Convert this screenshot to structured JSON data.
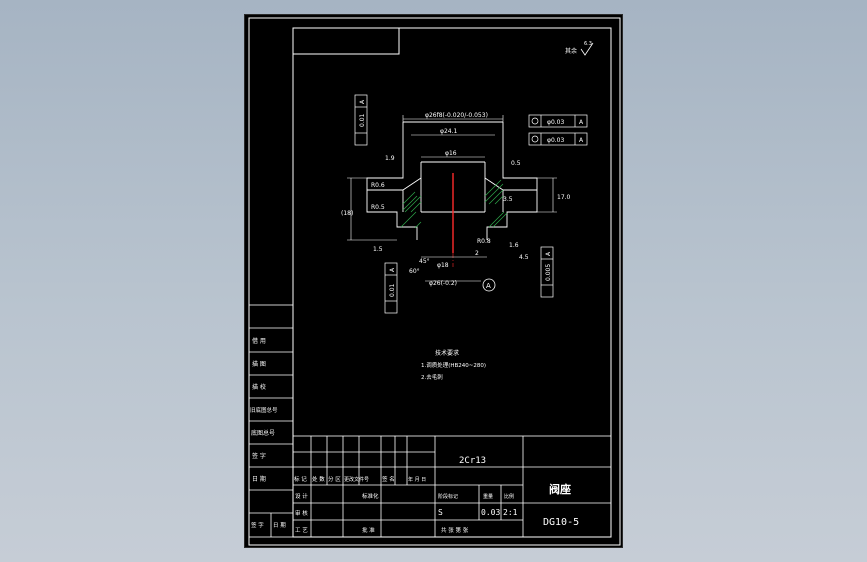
{
  "drawing": {
    "title": "阀座",
    "drawing_number": "DG10-5",
    "material": "2Cr13",
    "roughness_note": "其余",
    "roughness_value": "6.3",
    "tech_requirements": {
      "heading": "技术要求",
      "items": [
        "1.调质处理(HB240~280)",
        "2.去毛刺"
      ]
    },
    "dimensions": {
      "d_outer": "φ26f8(-0.020/-0.053)",
      "d_mid": "φ24.1",
      "d_bore": "φ16",
      "d_bottom": "φ26(-0.2)",
      "d_small": "φ18",
      "h_total": "(18)",
      "h_right": "17.0",
      "r_top": "R0.6",
      "r_left": "R0.5",
      "r_bottom": "R0.8",
      "l_a": "1.5",
      "l_b": "4.5",
      "l_c": "1.9",
      "l_d": "0.5",
      "l_e": "3.5",
      "l_f": "1.6",
      "angle_a": "60°",
      "angle_b": "45°",
      "angle_c": "2",
      "datum": "A"
    },
    "tolerances": {
      "perp_top_left": "0.01",
      "coax_1": "φ0.03",
      "coax_2": "φ0.03",
      "perp_right": "0.005",
      "perp_bottom_left": "0.01",
      "datum": "A"
    },
    "left_strip": [
      "借 用",
      "描 图",
      "描 校",
      "旧底图总号",
      "底图总号",
      "签 字",
      "日 期"
    ],
    "left_strip_extra": [
      "签 字",
      "日 期"
    ],
    "title_block": {
      "rev_headers": [
        "标 记",
        "处 数",
        "分 区",
        "更改文件号",
        "签 名",
        "年 月 日"
      ],
      "role_labels": [
        "设 计",
        "审 核",
        "工 艺"
      ],
      "std_label": "标准化",
      "approve_label": "批 准",
      "stage_header": "阶段标记",
      "weight_header": "重量",
      "scale_header": "比例",
      "stage_value": "S",
      "weight_value": "0.03",
      "scale_value": "2:1",
      "sheets_text": "共  张  第  张"
    }
  }
}
